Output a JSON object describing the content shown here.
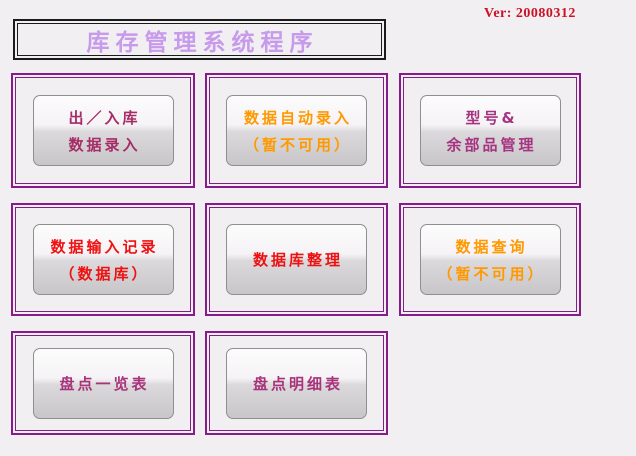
{
  "version_label": "Ver: 20080312",
  "title": "库存管理系统程序",
  "colors": {
    "background": "#f1eff1",
    "frame_border_purple": "#861c8a",
    "title_text_purple": "#c79aec",
    "version_red": "#cb1126",
    "button_border_gray": "#8f8f8f"
  },
  "buttons": [
    {
      "name": "stock-in-out-entry",
      "line1": "出／入库",
      "line2": "数据录入",
      "color": "#a62c66"
    },
    {
      "name": "auto-data-entry",
      "line1": "数据自动录入",
      "line2": "（暂不可用）",
      "color": "#ff9900"
    },
    {
      "name": "model-parts-management",
      "line1": "型号&",
      "line2": "余部品管理",
      "color": "#a63381"
    },
    {
      "name": "data-input-records",
      "line1": "数据输入记录",
      "line2": "（数据库）",
      "color": "#ee1111"
    },
    {
      "name": "database-maintenance",
      "line1": "数据库整理",
      "color": "#ee1111"
    },
    {
      "name": "data-query",
      "line1": "数据查询",
      "line2": "（暂不可用）",
      "color": "#ff9900"
    },
    {
      "name": "inventory-summary-list",
      "line1": "盘点一览表",
      "color": "#a8337a"
    },
    {
      "name": "inventory-detail-list",
      "line1": "盘点明细表",
      "color": "#a8337a"
    }
  ]
}
